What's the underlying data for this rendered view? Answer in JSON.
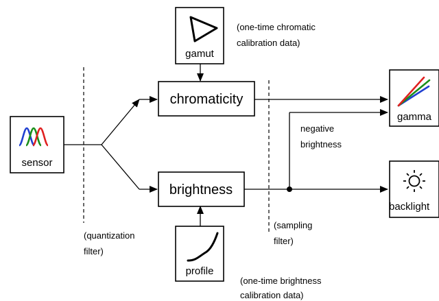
{
  "nodes": {
    "sensor": {
      "label": "sensor",
      "icon": "spectral-curves-icon"
    },
    "gamut": {
      "label": "gamut",
      "icon": "triangle-gamut-icon"
    },
    "chromaticity": {
      "label": "chromaticity"
    },
    "brightness": {
      "label": "brightness"
    },
    "profile": {
      "label": "profile",
      "icon": "curve-profile-icon"
    },
    "gamma": {
      "label": "gamma",
      "icon": "rgb-gamma-lines-icon"
    },
    "backlight": {
      "label": "backlight",
      "icon": "sun-icon"
    }
  },
  "annotations": {
    "chromatic_cal_line1": "(one-time chromatic",
    "chromatic_cal_line2": "calibration data)",
    "negative_line1": "negative",
    "negative_line2": "brightness",
    "quantization_line1": "(quantization",
    "quantization_line2": "filter)",
    "sampling_line1": "(sampling",
    "sampling_line2": "filter)",
    "brightness_cal_line1": "(one-time brightness",
    "brightness_cal_line2": "calibration data)"
  },
  "colors": {
    "red": "#e02020",
    "green": "#1a8f1a",
    "blue": "#2040d0"
  }
}
